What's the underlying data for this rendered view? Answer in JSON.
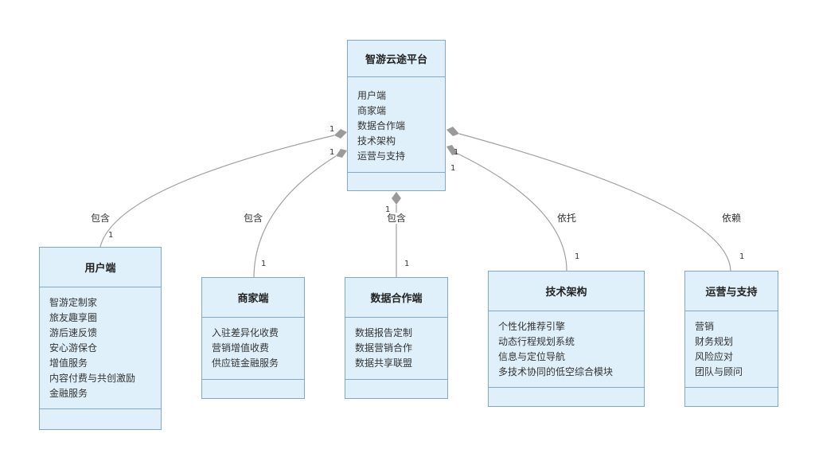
{
  "platform": {
    "title": "智游云途平台",
    "attributes": [
      "用户端",
      "商家端",
      "数据合作端",
      "技术架构",
      "运营与支持"
    ]
  },
  "modules": [
    {
      "id": "user",
      "title": "用户端",
      "items": [
        "智游定制家",
        "旅友趣享圈",
        "游后速反馈",
        "安心游保仓",
        "增值服务",
        "内容付费与共创激励",
        "金融服务"
      ]
    },
    {
      "id": "merchant",
      "title": "商家端",
      "items": [
        "入驻差异化收费",
        "营销增值收费",
        "供应链金融服务"
      ]
    },
    {
      "id": "data",
      "title": "数据合作端",
      "items": [
        "数据报告定制",
        "数据营销合作",
        "数据共享联盟"
      ]
    },
    {
      "id": "tech",
      "title": "技术架构",
      "items": [
        "个性化推荐引擎",
        "动态行程规划系统",
        "信息与定位导航",
        "多技术协同的低空综合模块"
      ]
    },
    {
      "id": "ops",
      "title": "运营与支持",
      "items": [
        "营销",
        "财务规划",
        "风险应对",
        "团队与顾问"
      ]
    }
  ],
  "relations": [
    {
      "target": "user",
      "label": "包含",
      "source_mult": "1",
      "target_mult": "1"
    },
    {
      "target": "merchant",
      "label": "包含",
      "source_mult": "1",
      "target_mult": "1"
    },
    {
      "target": "data",
      "label": "包含",
      "source_mult": "1",
      "target_mult": "1"
    },
    {
      "target": "tech",
      "label": "依托",
      "source_mult": "1",
      "target_mult": "1"
    },
    {
      "target": "ops",
      "label": "依赖",
      "source_mult": "1",
      "target_mult": "1"
    }
  ],
  "colors": {
    "box_fill": "#dff0fb",
    "box_border": "#7fa9c6",
    "connector": "#a0a0a0",
    "diamond": "#9a9a9a"
  }
}
